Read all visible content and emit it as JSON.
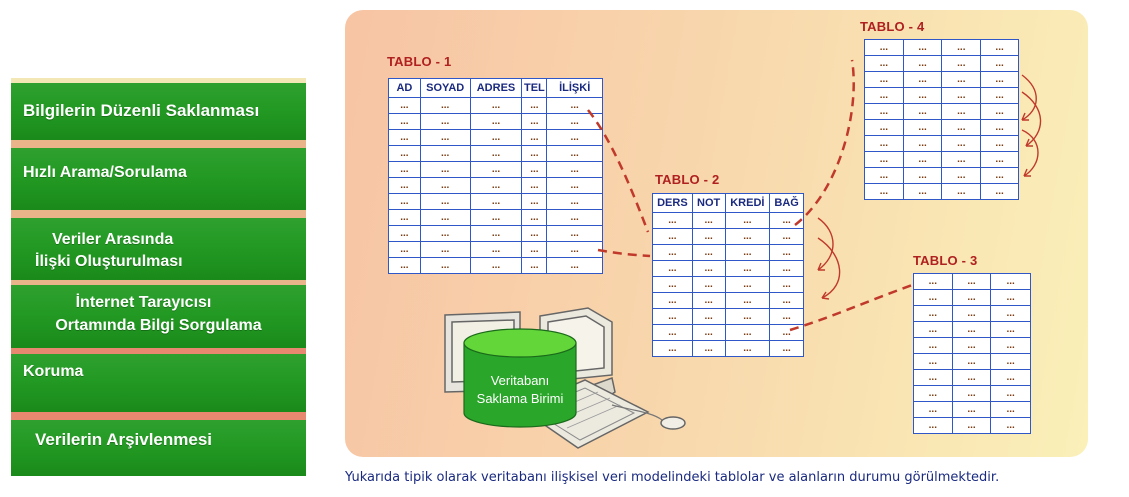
{
  "menu": {
    "items": [
      {
        "label": "Bilgilerin Düzenli Saklanması"
      },
      {
        "label": "Hızlı Arama/Sorulama"
      },
      {
        "label": "Veriler Arasında",
        "label2": "İlişki Oluşturulması"
      },
      {
        "label": "İnternet Tarayıcısı",
        "label2": "Ortamında Bilgi Sorgulama"
      },
      {
        "label": "Koruma"
      },
      {
        "label": "Verilerin Arşivlenmesi"
      }
    ]
  },
  "diagram": {
    "tables": [
      {
        "title": "TABLO - 1",
        "headers": [
          "AD",
          "SOYAD",
          "ADRES",
          "TEL",
          "İLİŞKİ"
        ],
        "rows": 11,
        "cell": "..."
      },
      {
        "title": "TABLO - 2",
        "headers": [
          "DERS",
          "NOT",
          "KREDİ",
          "BAĞ"
        ],
        "rows": 9,
        "cell": "..."
      },
      {
        "title": "TABLO - 3",
        "headers": [],
        "rows": 10,
        "cell": "..."
      },
      {
        "title": "TABLO - 4",
        "headers": [],
        "rows": 10,
        "cell": "..."
      }
    ],
    "storage": {
      "line1": "Veritabanı",
      "line2": "Saklama Birimi"
    },
    "colors": {
      "relation_line": "#c0392b",
      "table_border": "#2f57c8",
      "menu_green": "#239a23",
      "menu_separator": "#e8a878"
    }
  },
  "caption": "Yukarıda tipik olarak veritabanı ilişkisel veri modelindeki tablolar ve alanların durumu görülmektedir."
}
